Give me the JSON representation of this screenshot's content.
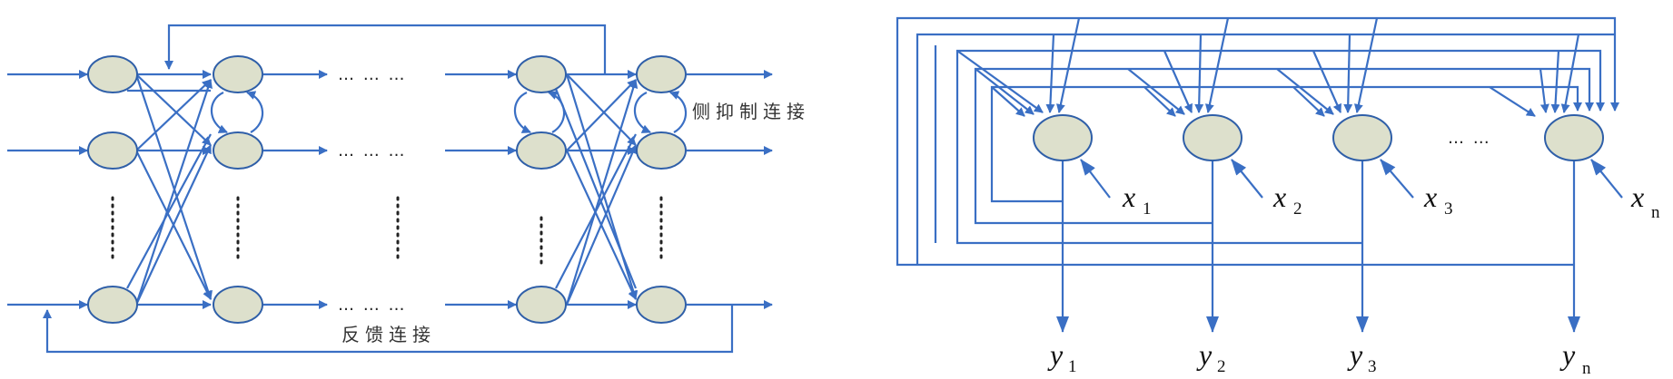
{
  "colors": {
    "line": "#3a6fc4",
    "node_fill": "#dde0cc",
    "node_stroke": "#2f5fa8",
    "text": "#111111"
  },
  "left_diagram": {
    "label_lateral": "侧抑制连接",
    "label_feedback": "反馈连接",
    "ellipsis_row_1": "… … …",
    "ellipsis_row_2": "… … …",
    "ellipsis_row_3": "… … …"
  },
  "right_diagram": {
    "ellipsis": "… …",
    "inputs": [
      {
        "var": "x",
        "sub": "1"
      },
      {
        "var": "x",
        "sub": "2"
      },
      {
        "var": "x",
        "sub": "3"
      },
      {
        "var": "x",
        "sub": "n"
      }
    ],
    "outputs": [
      {
        "var": "y",
        "sub": "1"
      },
      {
        "var": "y",
        "sub": "2"
      },
      {
        "var": "y",
        "sub": "3"
      },
      {
        "var": "y",
        "sub": "n"
      }
    ]
  }
}
